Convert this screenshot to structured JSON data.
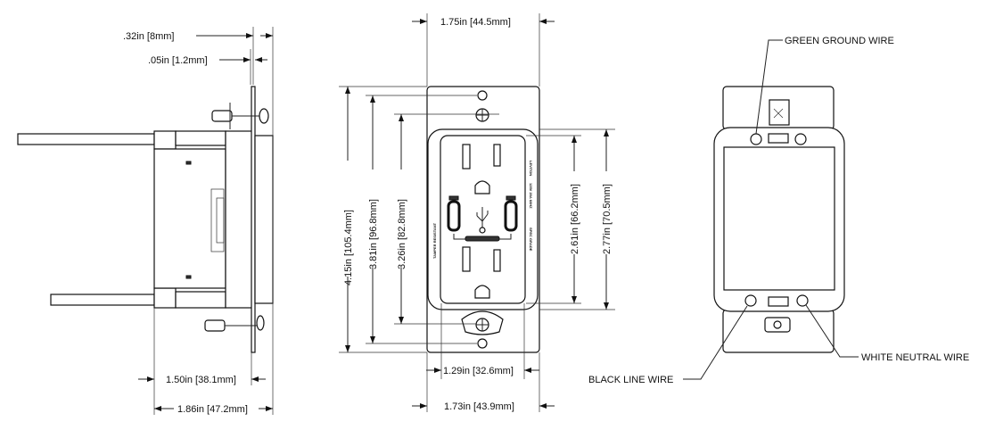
{
  "side_view": {
    "dim_plate_offset": ".32in [8mm]",
    "dim_plate_thickness": ".05in [1.2mm]",
    "dim_body_depth": "1.50in [38.1mm]",
    "dim_total_depth": "1.86in [47.2mm]"
  },
  "front_view": {
    "dim_plate_width": "1.75in [44.5mm]",
    "dim_total_height": "4.15in [105.4mm]",
    "dim_hole_spacing": "3.81in [96.8mm]",
    "dim_screw_spacing": "3.26in [82.8mm]",
    "dim_face_height": "2.61in [66.2mm]",
    "dim_body_height": "2.77in [70.5mm]",
    "dim_face_width": "1.29in [32.6mm]",
    "dim_body_width": "1.73in [43.9mm]",
    "face_text_left": "TAMPER RESISTANT",
    "face_text_right": "SPEC GRADE",
    "face_text_brand": "LEVITON",
    "face_text_rating": "125V 20A 60HZ"
  },
  "back_view": {
    "label_ground": "GREEN GROUND WIRE",
    "label_neutral": "WHITE NEUTRAL WIRE",
    "label_line": "BLACK LINE WIRE"
  }
}
